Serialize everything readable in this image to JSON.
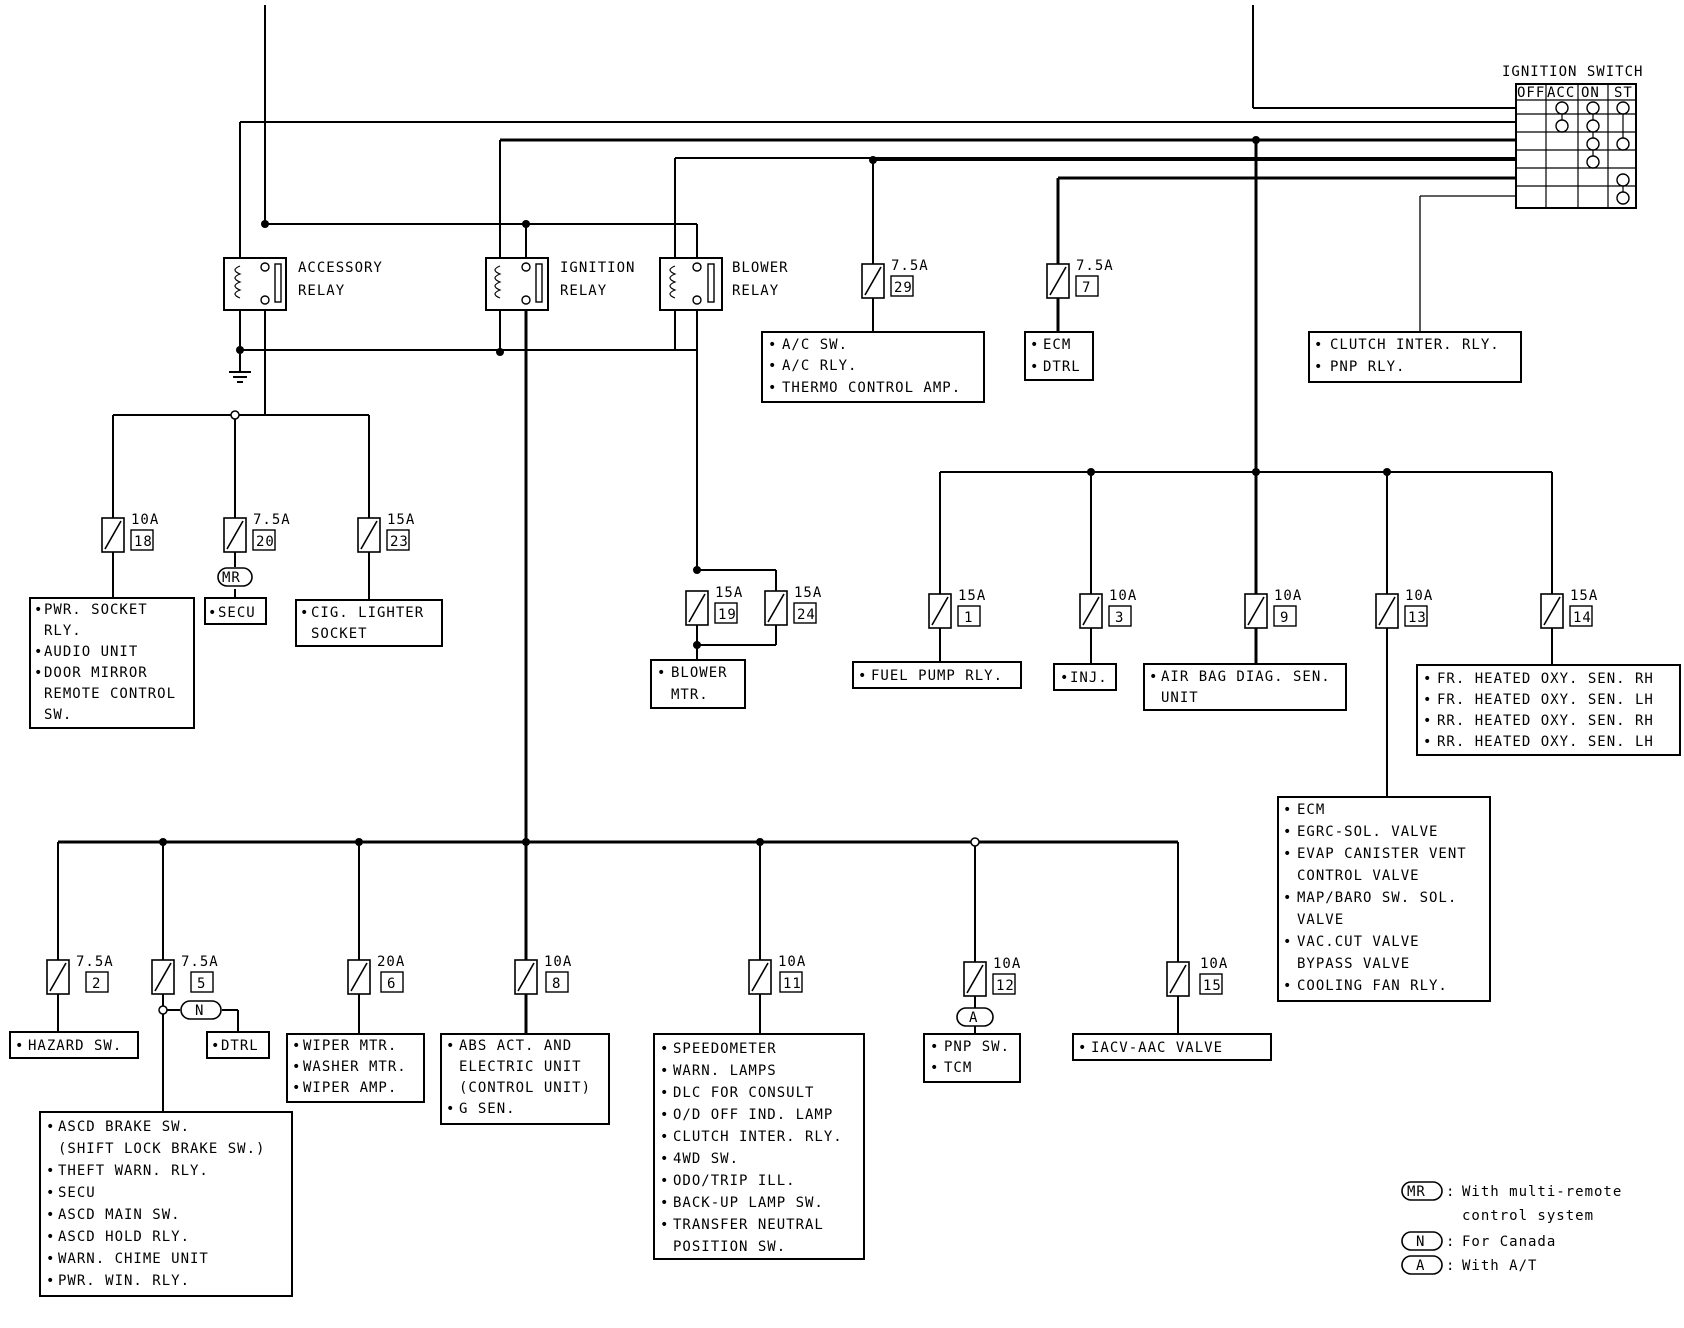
{
  "ignition_switch": {
    "title": "IGNITION SWITCH",
    "positions": [
      "OFF",
      "ACC",
      "ON",
      "ST"
    ]
  },
  "relays": {
    "accessory": [
      "ACCESSORY",
      "RELAY"
    ],
    "ignition": [
      "IGNITION",
      "RELAY"
    ],
    "blower": [
      "BLOWER",
      "RELAY"
    ]
  },
  "fuses": {
    "f18": {
      "amp": "10A",
      "num": "18"
    },
    "f20": {
      "amp": "7.5A",
      "num": "20"
    },
    "f23": {
      "amp": "15A",
      "num": "23"
    },
    "f19": {
      "amp": "15A",
      "num": "19"
    },
    "f24": {
      "amp": "15A",
      "num": "24"
    },
    "f29": {
      "amp": "7.5A",
      "num": "29"
    },
    "f7": {
      "amp": "7.5A",
      "num": "7"
    },
    "f1": {
      "amp": "15A",
      "num": "1"
    },
    "f3": {
      "amp": "10A",
      "num": "3"
    },
    "f9": {
      "amp": "10A",
      "num": "9"
    },
    "f13": {
      "amp": "10A",
      "num": "13"
    },
    "f14": {
      "amp": "15A",
      "num": "14"
    },
    "f2": {
      "amp": "7.5A",
      "num": "2"
    },
    "f5": {
      "amp": "7.5A",
      "num": "5"
    },
    "f6": {
      "amp": "20A",
      "num": "6"
    },
    "f8": {
      "amp": "10A",
      "num": "8"
    },
    "f11": {
      "amp": "10A",
      "num": "11"
    },
    "f12": {
      "amp": "10A",
      "num": "12"
    },
    "f15": {
      "amp": "10A",
      "num": "15"
    }
  },
  "loads": {
    "pwr_socket": [
      "PWR. SOCKET",
      "RLY.",
      "AUDIO UNIT",
      "DOOR MIRROR",
      "REMOTE CONTROL",
      "SW."
    ],
    "secu_top": [
      "SECU"
    ],
    "cig": [
      "CIG. LIGHTER",
      "SOCKET"
    ],
    "blower_mtr": [
      "BLOWER",
      "MTR."
    ],
    "ac": [
      "A/C SW.",
      "A/C RLY.",
      "THERMO CONTROL AMP."
    ],
    "ecm_top": [
      "ECM",
      "DTRL"
    ],
    "clutch": [
      "CLUTCH INTER. RLY.",
      "PNP RLY."
    ],
    "fuel_pump": [
      "FUEL PUMP RLY."
    ],
    "inj": [
      "INJ."
    ],
    "airbag": [
      "AIR BAG DIAG. SEN.",
      "UNIT"
    ],
    "oxy": [
      "FR. HEATED OXY. SEN. RH",
      "FR. HEATED OXY. SEN. LH",
      "RR. HEATED OXY. SEN. RH",
      "RR. HEATED OXY. SEN. LH"
    ],
    "ecm_list": [
      "ECM",
      "EGRC-SOL. VALVE",
      "EVAP CANISTER VENT",
      "CONTROL VALVE",
      "MAP/BARO SW. SOL.",
      "VALVE",
      "VAC.CUT VALVE",
      "BYPASS VALVE",
      "COOLING FAN RLY."
    ],
    "hazard": [
      "HAZARD SW."
    ],
    "dtrl": [
      "DTRL"
    ],
    "ascd": [
      "ASCD BRAKE SW.",
      "(SHIFT LOCK BRAKE SW.)",
      "THEFT WARN. RLY.",
      "SECU",
      "ASCD MAIN SW.",
      "ASCD HOLD RLY.",
      "WARN. CHIME UNIT",
      "PWR. WIN. RLY."
    ],
    "wiper": [
      "WIPER MTR.",
      "WASHER MTR.",
      "WIPER AMP."
    ],
    "abs": [
      "ABS ACT. AND",
      "ELECTRIC UNIT",
      "(CONTROL UNIT)",
      "G SEN."
    ],
    "speedo": [
      "SPEEDOMETER",
      "WARN. LAMPS",
      "DLC FOR CONSULT",
      "O/D OFF IND. LAMP",
      "CLUTCH INTER. RLY.",
      "4WD SW.",
      "ODO/TRIP ILL.",
      "BACK-UP LAMP SW.",
      "TRANSFER NEUTRAL",
      "POSITION SW."
    ],
    "pnp": [
      "PNP SW.",
      "TCM"
    ],
    "iacv": [
      "IACV-AAC VALVE"
    ]
  },
  "condition_marks": {
    "mr": "MR",
    "n": "N",
    "a": "A"
  },
  "legend": {
    "mr_line1": "With multi-remote",
    "mr_line2": "control system",
    "n": "For Canada",
    "a": "With A/T",
    "sep": ":"
  }
}
